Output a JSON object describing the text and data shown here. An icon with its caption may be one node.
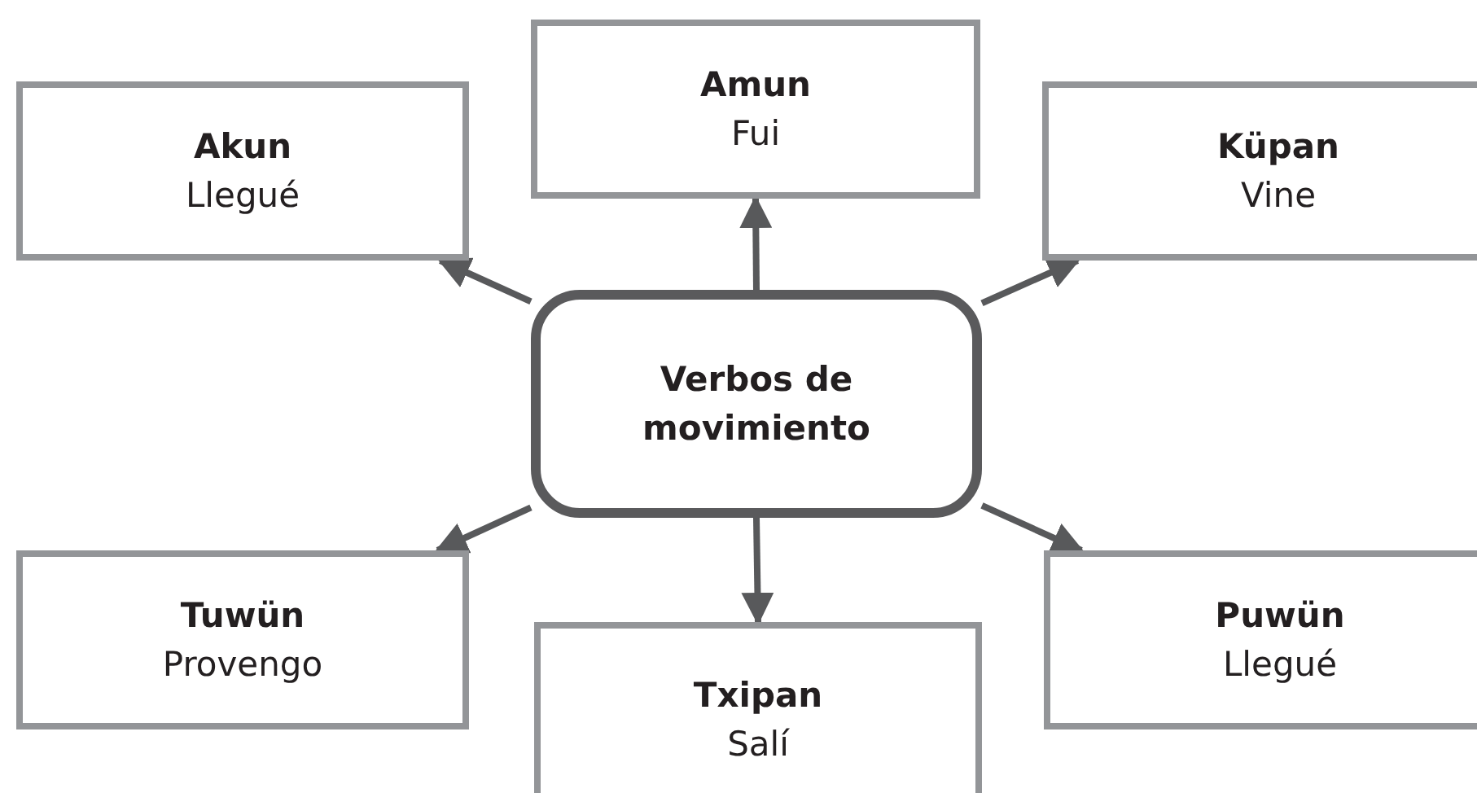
{
  "diagram": {
    "nodes": [
      {
        "text": [
          "Akun",
          "Llegué"
        ]
      },
      {
        "text": [
          "Amun",
          "Fui"
        ]
      },
      {
        "text": [
          "Küpan",
          "Vine"
        ]
      },
      {
        "text": [
          "Verbos de movimiento"
        ]
      },
      {
        "text": [
          "Tuwün",
          "Provengo"
        ]
      },
      {
        "text": [
          "Txipan",
          "Salí"
        ]
      },
      {
        "text": [
          "Puwün",
          "Llegué"
        ]
      }
    ],
    "edges": [
      {
        "from": 3,
        "to": 0,
        "arrow": "to"
      },
      {
        "from": 3,
        "to": 1,
        "arrow": "to"
      },
      {
        "from": 3,
        "to": 2,
        "arrow": "to"
      },
      {
        "from": 3,
        "to": 4,
        "arrow": "to"
      },
      {
        "from": 3,
        "to": 5,
        "arrow": "to"
      },
      {
        "from": 3,
        "to": 6,
        "arrow": "to"
      }
    ]
  }
}
